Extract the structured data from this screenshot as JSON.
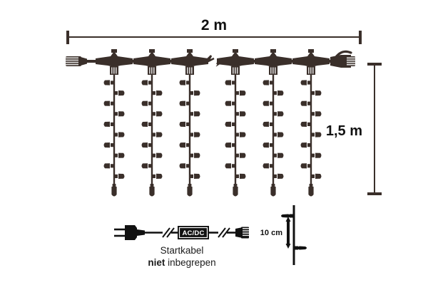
{
  "diagram": {
    "title": "LED light curtain dimension diagram",
    "colors": {
      "ink": "#3a2f2a",
      "text": "#111111",
      "caption": "#1b1b1b",
      "box_fill": "#111111",
      "box_text": "#ffffff",
      "background": "#ffffff"
    },
    "dimensions": {
      "width_label": "2 m",
      "height_label": "1,5 m",
      "spacing_label": "10 cm"
    },
    "product": {
      "drop_count": 6,
      "bulbs_per_drop": 11,
      "has_break_symbol": true,
      "left_connector": "male-plug",
      "right_connector": "female-socket-with-cap"
    },
    "start_cable": {
      "box_label": "AC/DC",
      "caption_line1": "Startkabel",
      "caption_line2_bold": "niet",
      "caption_line2_rest": " inbegrepen"
    }
  }
}
